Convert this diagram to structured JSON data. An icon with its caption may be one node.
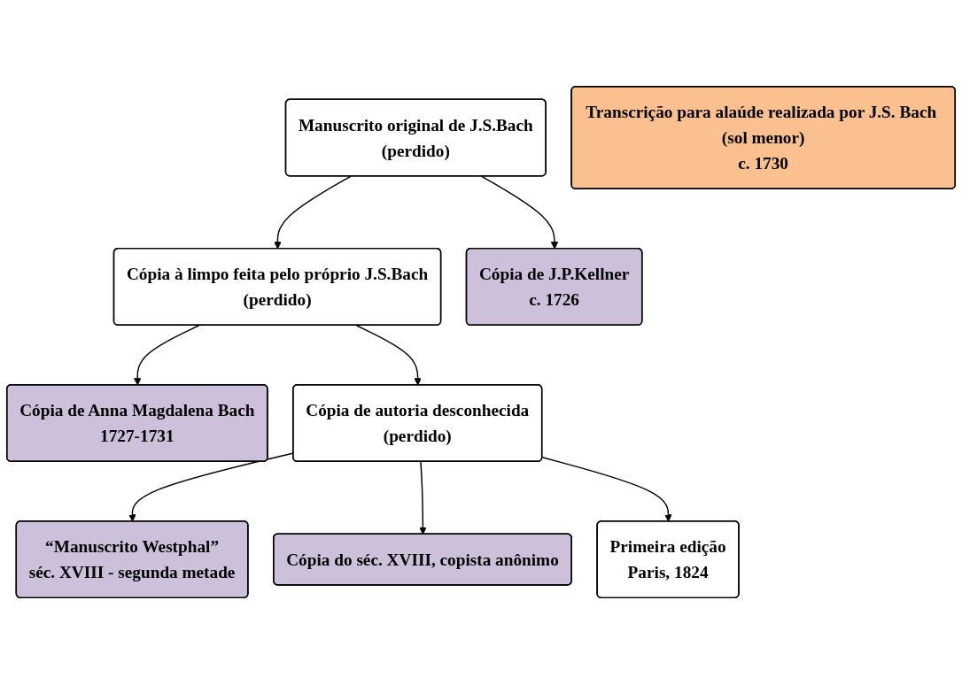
{
  "diagram": {
    "nodes": [
      {
        "text": [
          "Manuscrito original de J.S.Bach",
          "(perdido)"
        ]
      },
      {
        "text": [
          "Cópia à limpo feita pelo próprio J.S.Bach",
          "(perdido)"
        ]
      },
      {
        "text": [
          "Cópia de J.P.Kellner",
          "c. 1726"
        ]
      },
      {
        "text": [
          "Transcrição para alaúde realizada por J.S. Bach (sol menor)",
          "c. 1730"
        ]
      },
      {
        "text": [
          "Cópia de Anna Magdalena Bach",
          "1727-1731"
        ]
      },
      {
        "text": [
          "Cópia de autoria desconhecida",
          "(perdido)"
        ]
      },
      {
        "text": [
          "“Manuscrito Westphal”",
          "séc. XVIII - segunda metade"
        ]
      },
      {
        "text": [
          "Cópia do séc. XVIII, copista anônimo"
        ]
      },
      {
        "text": [
          "Primeira edição",
          "Paris, 1824"
        ]
      }
    ],
    "edges": [
      {
        "from": 0,
        "to": 1,
        "arrow": "to"
      },
      {
        "from": 0,
        "to": 2,
        "arrow": "to"
      },
      {
        "from": 1,
        "to": 4,
        "arrow": "to"
      },
      {
        "from": 1,
        "to": 5,
        "arrow": "to"
      },
      {
        "from": 5,
        "to": 6,
        "arrow": "to"
      },
      {
        "from": 5,
        "to": 7,
        "arrow": "to"
      },
      {
        "from": 5,
        "to": 8,
        "arrow": "to"
      }
    ]
  }
}
